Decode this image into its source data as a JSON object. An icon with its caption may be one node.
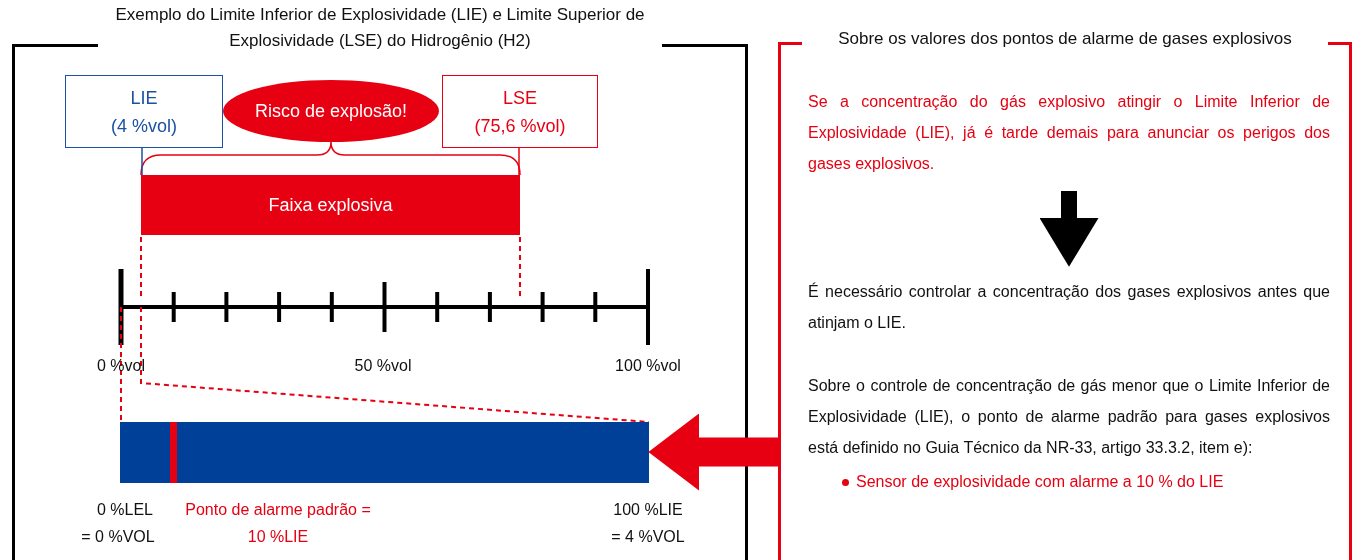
{
  "diagram": {
    "nodes": [
      {
        "text": [
          "Exemplo do Limite Inferior de Explosividade (LIE) e Limite Superior de Explosividade (LSE) do Hidrogênio (H2)"
        ]
      },
      {
        "text": [
          "LIE",
          "(4 %vol)"
        ],
        "in": 0
      },
      {
        "text": [
          "Risco de explosão!"
        ],
        "in": 0
      },
      {
        "text": [
          "LSE",
          "(75,6 %vol)"
        ],
        "in": 0
      },
      {
        "text": [
          "Faixa explosiva"
        ],
        "in": 0
      },
      {
        "text": [],
        "shape": "bar",
        "in": 0
      },
      {
        "text": [
          "Sobre os valores dos pontos de alarme de gases explosivos"
        ]
      },
      {
        "text": [
          "Se a concentração do gás explosivo atingir o Limite Inferior de Explosividade (LIE), já é tarde demais para anunciar os perigos dos gases explosivos."
        ],
        "in": 6
      },
      {
        "text": [
          "É necessário controlar a concentração dos gases explosivos antes que atinjam o LIE."
        ],
        "in": 6
      },
      {
        "text": [
          "Sobre o controle de concentração de gás menor que o Limite Inferior de Explosividade (LIE), o ponto de alarme padrão para gases explosivos está definido no Guia Técnico da NR-33, artigo 33.3.2, item e):",
          "Sensor de explosividade com alarme a 10 % do LIE"
        ],
        "in": 6
      }
    ],
    "edges": [
      {
        "from": 1,
        "to": 4,
        "arrow": "none",
        "color": "#1d50a2"
      },
      {
        "from": 3,
        "to": 4,
        "arrow": "none",
        "color": "#e60012"
      },
      {
        "from": 7,
        "to": 8,
        "arrow": "to",
        "style": "thick",
        "color": "#000000"
      },
      {
        "from": 6,
        "to": 5,
        "arrow": "to",
        "style": "thick",
        "color": "#e60012"
      }
    ],
    "labels": [
      "0 %vol",
      "50 %vol",
      "100 %vol",
      "0 %LEL = 0 %VOL",
      "Ponto de alarme padrão = 10 %LIE",
      "100 %LIE = 4 %VOL"
    ]
  }
}
